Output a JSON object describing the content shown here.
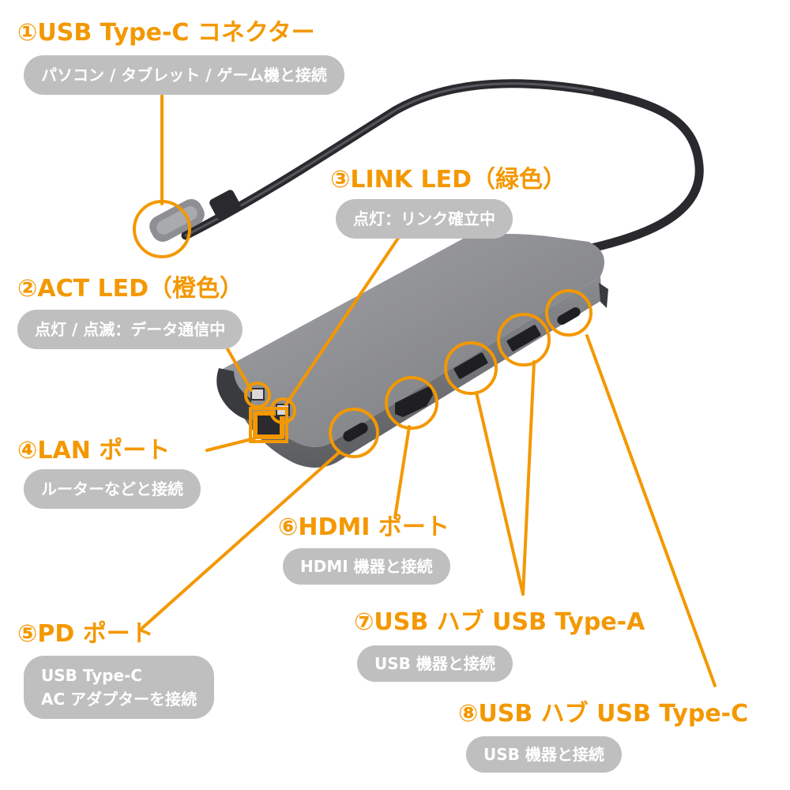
{
  "colors": {
    "accent": "#f39800",
    "pill": "#bfbfbf",
    "pill_text": "#ffffff",
    "hub_body": "#8c8d90"
  },
  "callouts": {
    "c1": {
      "title": "①USB Type-C コネクター",
      "desc": [
        "パソコン / タブレット / ゲーム機と接続"
      ]
    },
    "c2": {
      "title": "②ACT LED（橙色）",
      "desc": [
        "点灯 / 点滅：データ通信中"
      ]
    },
    "c3": {
      "title": "③LINK LED（緑色）",
      "desc": [
        "点灯：リンク確立中"
      ]
    },
    "c4": {
      "title": "④LAN ポート",
      "desc": [
        "ルーターなどと接続"
      ]
    },
    "c5": {
      "title": "⑤PD ポート",
      "desc": [
        "USB Type-C",
        "AC アダプターを接続"
      ]
    },
    "c6": {
      "title": "⑥HDMI ポート",
      "desc": [
        "HDMI 機器と接続"
      ]
    },
    "c7": {
      "title": "⑦USB ハブ USB Type-A",
      "desc": [
        "USB 機器と接続"
      ]
    },
    "c8": {
      "title": "⑧USB ハブ USB Type-C",
      "desc": [
        "USB 機器と接続"
      ]
    }
  },
  "icons": [
    "usb-c-plug-icon",
    "usb-hub-device",
    "highlight-circle"
  ]
}
